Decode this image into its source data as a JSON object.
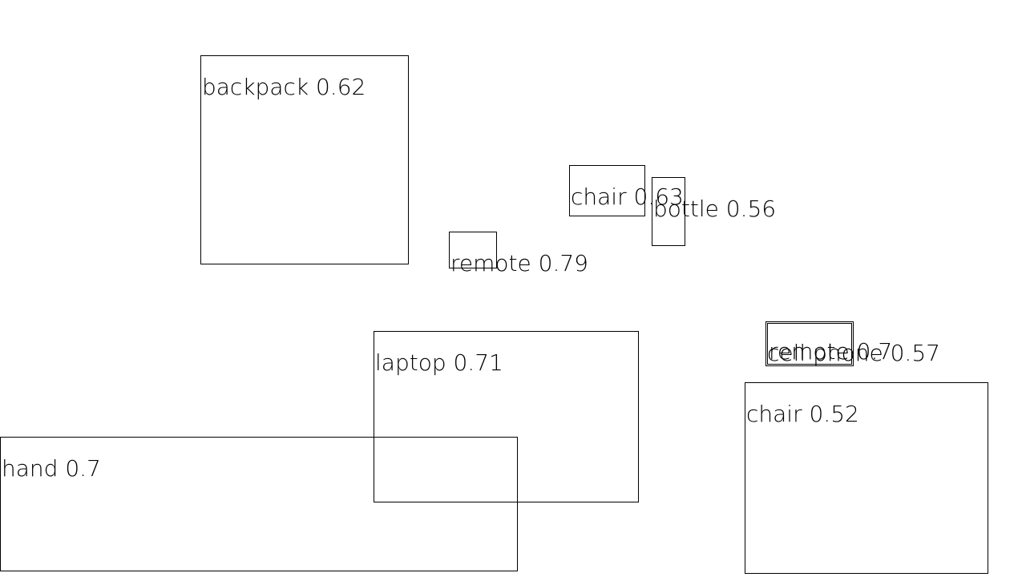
{
  "detections": [
    {
      "id": "backpack",
      "label": "backpack 0.62"
    },
    {
      "id": "chair-1",
      "label": "chair 0.63"
    },
    {
      "id": "bottle",
      "label": "bottle 0.56"
    },
    {
      "id": "remote-1",
      "label": "remote 0.79"
    },
    {
      "id": "laptop",
      "label": "laptop 0.71"
    },
    {
      "id": "cell-phone",
      "label": "cell phone 0.57"
    },
    {
      "id": "remote-2",
      "label": "remote 0.7"
    },
    {
      "id": "chair-2",
      "label": "chair 0.52"
    },
    {
      "id": "hand",
      "label": "hand 0.7"
    }
  ]
}
